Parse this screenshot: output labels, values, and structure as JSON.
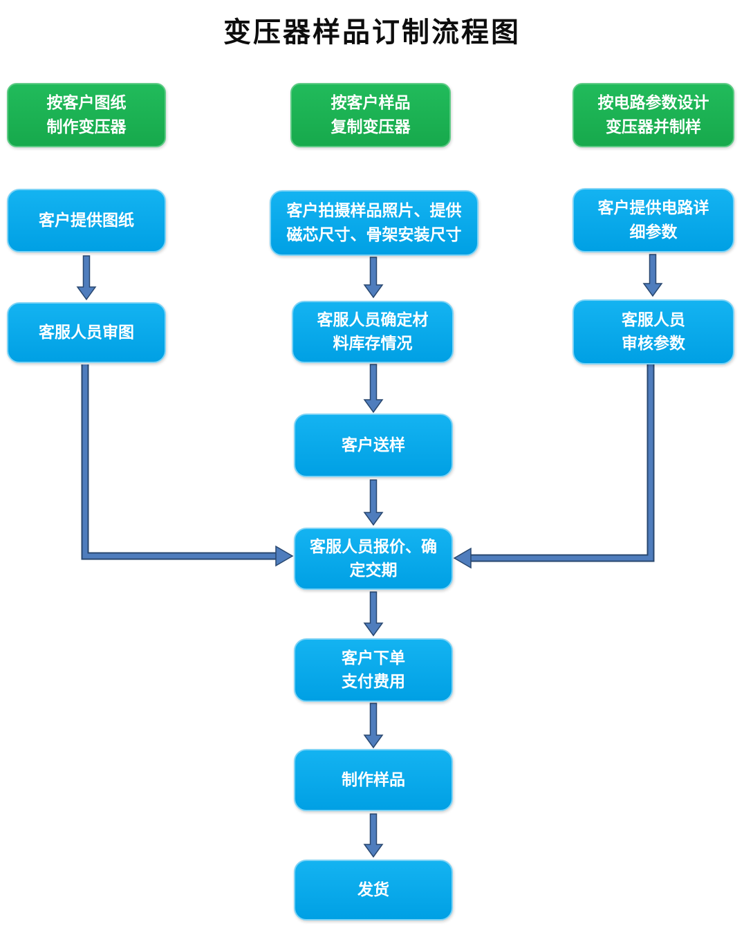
{
  "title": "变压器样品订制流程图",
  "colors": {
    "title_color": "#0d0d0d",
    "green_box": "#17a94c",
    "green_box_light": "#21bb5b",
    "green_border": "#5ecb85",
    "blue_box": "#00a0e4",
    "blue_box_light": "#14b3f1",
    "blue_border": "#7dd3f6",
    "arrow_fill": "#4f7dbd",
    "arrow_stroke": "#28476f"
  },
  "nodes": {
    "path1_header": "按客户图纸\n制作变压器",
    "path2_header": "按客户样品\n复制变压器",
    "path3_header": "按电路参数设计\n变压器并制样",
    "path1_step1": "客户提供图纸",
    "path2_step1": "客户拍摄样品照片、提供\n磁芯尺寸、骨架安装尺寸",
    "path3_step1": "客户提供电路详\n细参数",
    "path1_step2": "客服人员审图",
    "path2_step2": "客服人员确定材\n料库存情况",
    "path3_step2": "客服人员\n审核参数",
    "sample_delivery": "客户送样",
    "quote_step": "客服人员报价、确\n定交期",
    "order_step": "客户下单\n支付费用",
    "make_sample_step": "制作样品",
    "ship_step": "发货"
  }
}
